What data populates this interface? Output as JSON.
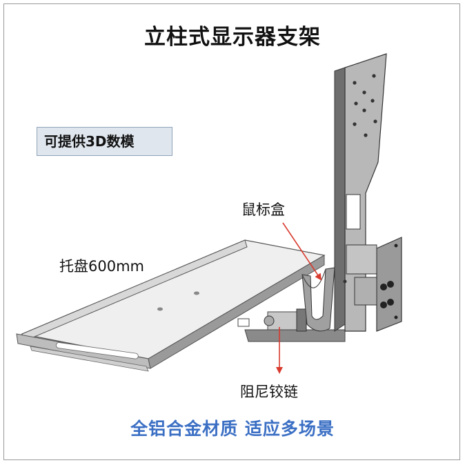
{
  "title": "立柱式显示器支架",
  "badge": "可提供3D数模",
  "labels": {
    "mouse_box": "鼠标盒",
    "tray": "托盘600mm",
    "damping_hinge": "阻尼铰链"
  },
  "footer": "全铝合金材质  适应多场景",
  "colors": {
    "accent_blue": "#3b6fc4",
    "arrow_red": "#d83a2e",
    "metal_light": "#eeeeee",
    "metal_mid": "#a8a8a8",
    "metal_dark": "#555555",
    "badge_bg": "#dfe6ee"
  }
}
